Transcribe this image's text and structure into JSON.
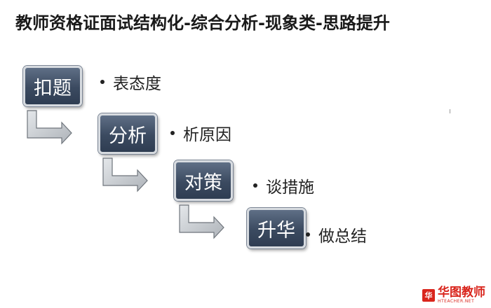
{
  "title": "教师资格证面试结构化-综合分析-现象类-思路提升",
  "steps": [
    {
      "label": "扣题",
      "point": "表态度"
    },
    {
      "label": "分析",
      "point": "析原因"
    },
    {
      "label": "对策",
      "point": "谈措施"
    },
    {
      "label": "升华",
      "point": "做总结"
    }
  ],
  "logo": {
    "mark": "华",
    "name": "华图教师",
    "sub": "HTEACHER.NET"
  },
  "colors": {
    "box": "#3b4a60",
    "arrow": "#c9cdd2",
    "logo": "#d9251c"
  }
}
